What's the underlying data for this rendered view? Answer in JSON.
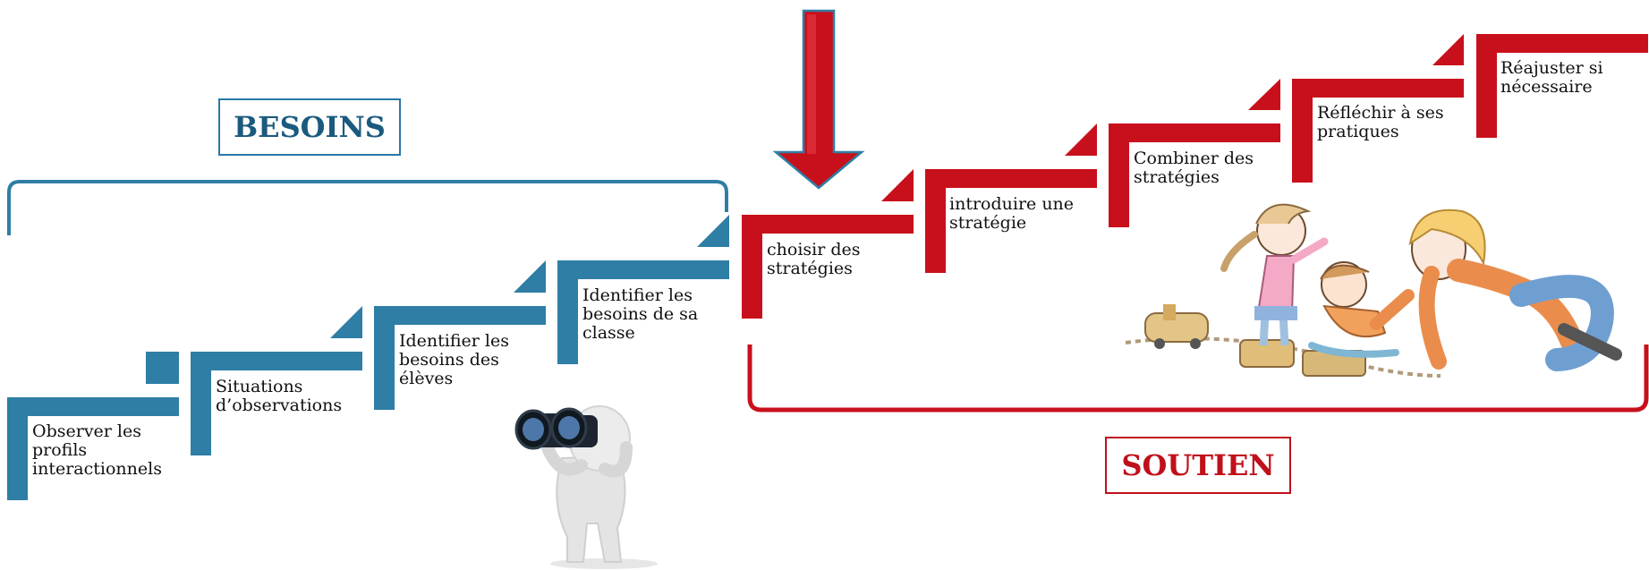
{
  "colors": {
    "besoins": "#2e7ea5",
    "soutien": "#c8101c",
    "arrow": "#c8101c",
    "arrow_outline": "#2e7ea5"
  },
  "titles": {
    "besoins": "BESOINS",
    "soutien": "SOUTIEN"
  },
  "besoins_steps": [
    {
      "label": "Observer les profils interactionnels",
      "lines": [
        "Observer les",
        "profils",
        "interactionnels"
      ]
    },
    {
      "label": "Situations d’observations",
      "lines": [
        "Situations",
        "d’observations"
      ]
    },
    {
      "label": "Identifier les besoins des élèves",
      "lines": [
        "Identifier les",
        "besoins des",
        "élèves"
      ]
    },
    {
      "label": "Identifier les besoins de sa classe",
      "lines": [
        "Identifier les",
        "besoins de sa",
        "classe"
      ]
    }
  ],
  "soutien_steps": [
    {
      "label": "choisir des stratégies",
      "lines": [
        "choisir des",
        "stratégies"
      ]
    },
    {
      "label": "introduire une stratégie",
      "lines": [
        "introduire une",
        "stratégie"
      ]
    },
    {
      "label": "Combiner des stratégies",
      "lines": [
        "Combiner des",
        "stratégies"
      ]
    },
    {
      "label": "Réfléchir à ses pratiques",
      "lines": [
        "Réfléchir à ses",
        "pratiques"
      ]
    },
    {
      "label": "Réajuster si nécessaire",
      "lines": [
        "Réajuster si",
        "nécessaire"
      ]
    }
  ],
  "icons": {
    "observer": "binoculars-figure-icon",
    "children": "children-playing-illustration"
  }
}
